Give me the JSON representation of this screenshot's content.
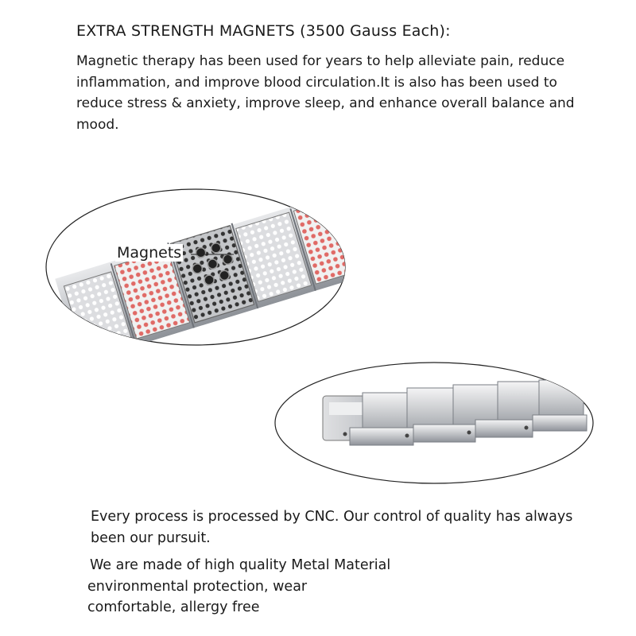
{
  "heading": "EXTRA STRENGTH MAGNETS (3500 Gauss Each):",
  "intro": "Magnetic therapy has been used for years to help alleviate pain, reduce inflammation, and improve blood circulation.It is also has been used to reduce stress & anxiety, improve sleep, and enhance overall balance and mood.",
  "callout": "Magnets",
  "process": "Every process is processed by CNC. Our control of quality has always been our pursuit.",
  "material_lines": [
    "We are made of high quality Metal Material",
    "environmental protection, wear",
    "comfortable, allergy free"
  ],
  "colors": {
    "text": "#1a1a1a",
    "steel": "#c9cbcf",
    "steel_dark": "#8c9096",
    "germanium_red": "#e06a66",
    "magnet_black": "#2b2b2b"
  }
}
